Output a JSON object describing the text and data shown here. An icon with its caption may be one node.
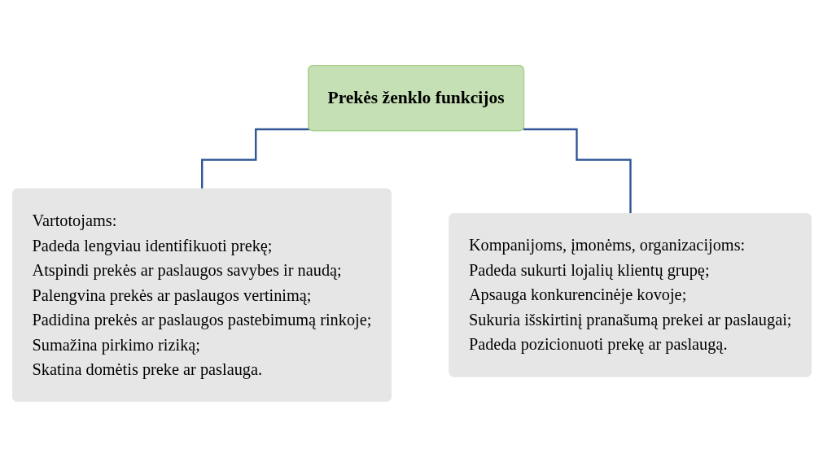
{
  "diagram": {
    "nodes": [
      {
        "text": [
          "Prekės ženklo funkcijos"
        ]
      },
      {
        "text": [
          "Vartotojams:",
          "Padeda lengviau identifikuoti prekę;",
          "Atspindi prekės ar paslaugos savybes ir naudą;",
          "Palengvina prekės ar paslaugos vertinimą;",
          "Padidina prekės ar paslaugos pastebimumą rinkoje;",
          "Sumažina pirkimo riziką;",
          "Skatina domėtis preke ar paslauga."
        ]
      },
      {
        "text": [
          "Kompanijoms, įmonėms, organizacijoms:",
          "Padeda sukurti lojalių klientų grupę;",
          "Apsauga konkurencinėje kovoje;",
          "Sukuria išskirtinį pranašumą prekei ar paslaugai;",
          "Padeda pozicionuoti prekę ar paslaugą."
        ]
      }
    ],
    "edges": [
      {
        "from": 0,
        "to": 1,
        "arrow": "none"
      },
      {
        "from": 0,
        "to": 2,
        "arrow": "none"
      }
    ]
  }
}
